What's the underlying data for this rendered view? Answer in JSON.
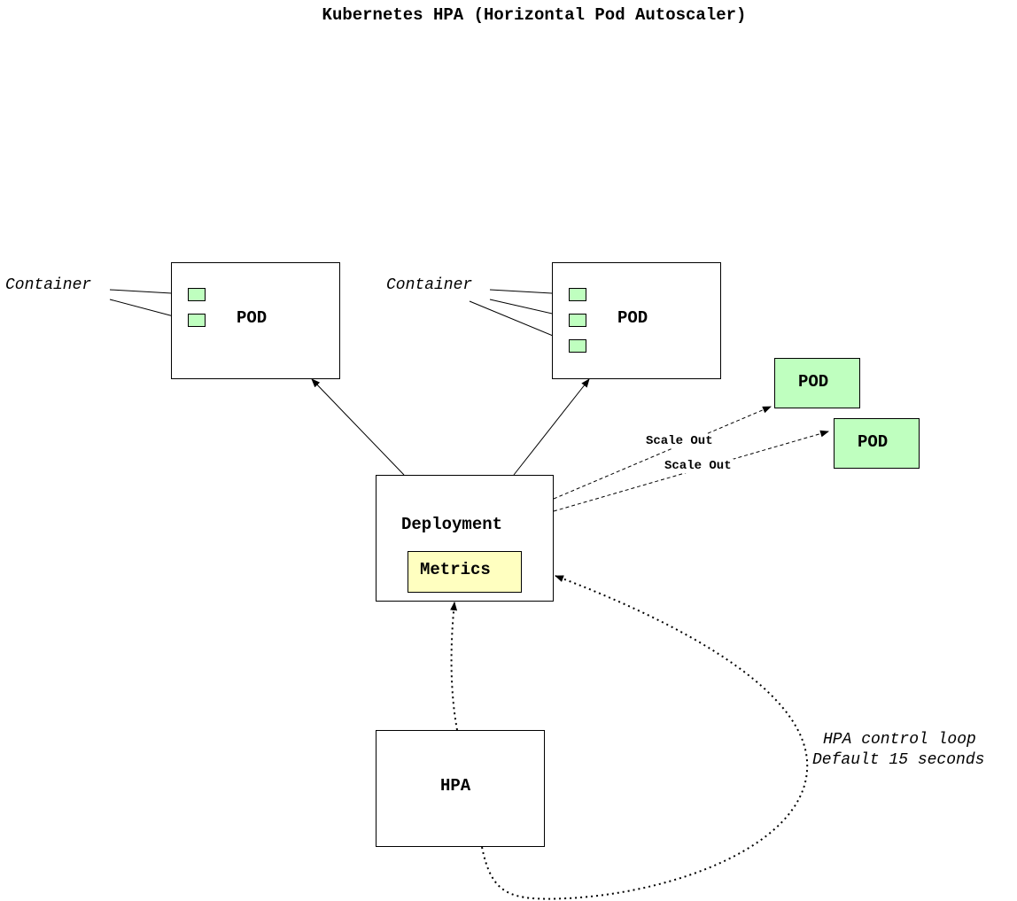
{
  "title": "Kubernetes HPA (Horizontal Pod Autoscaler)",
  "pods": [
    {
      "label": "POD",
      "container_label": "Container"
    },
    {
      "label": "POD",
      "container_label": "Container"
    }
  ],
  "scaled_pods": [
    {
      "label": "POD"
    },
    {
      "label": "POD"
    }
  ],
  "scale_out_labels": [
    "Scale Out",
    "Scale Out"
  ],
  "deployment": {
    "label": "Deployment",
    "metrics_label": "Metrics"
  },
  "hpa": {
    "label": "HPA"
  },
  "control_loop": {
    "line1": "HPA control loop",
    "line2": "Default 15 seconds"
  },
  "colors": {
    "container_fill": "#bfffbf",
    "metrics_fill": "#ffffc0",
    "pod_scaled_fill": "#bfffbf"
  }
}
